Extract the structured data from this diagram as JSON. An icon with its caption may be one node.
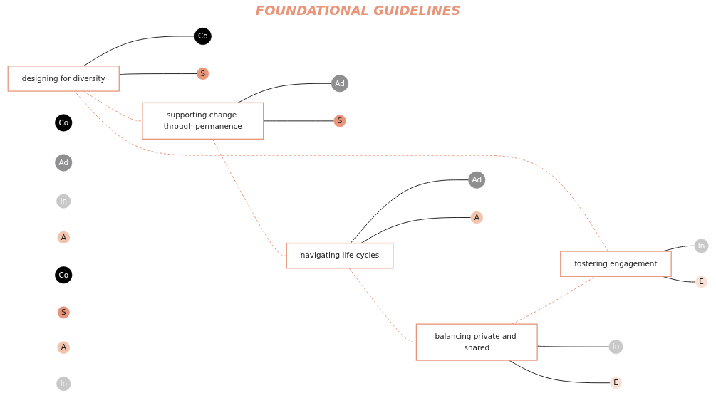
{
  "diagram": {
    "nodes": [
      {
        "text": [
          "designing for diversity"
        ]
      },
      {
        "text": [
          "Co"
        ]
      },
      {
        "text": [
          "S"
        ]
      },
      {
        "text": [
          "fostering engagement"
        ]
      },
      {
        "text": [
          "Co"
        ]
      },
      {
        "text": [
          "Ad"
        ]
      },
      {
        "text": [
          "In"
        ]
      },
      {
        "text": [
          "E"
        ]
      },
      {
        "text": [
          "supporting change through permanence"
        ]
      },
      {
        "text": [
          "Ad"
        ]
      },
      {
        "text": [
          "In"
        ]
      },
      {
        "text": [
          "S"
        ]
      },
      {
        "text": [
          "A"
        ]
      },
      {
        "text": [
          "balancing private and shared"
        ]
      },
      {
        "text": [
          "Co"
        ]
      },
      {
        "text": [
          "In"
        ]
      },
      {
        "text": [
          "S"
        ]
      },
      {
        "text": [
          "A"
        ]
      },
      {
        "text": [
          "E"
        ]
      },
      {
        "text": [
          "navigating life cycles"
        ]
      },
      {
        "text": [
          "Ad"
        ]
      },
      {
        "text": [
          "In"
        ]
      },
      {
        "text": [
          "A"
        ]
      }
    ],
    "edges": [
      {
        "from": 3,
        "to": 0,
        "arrow": "none",
        "style": "dashed",
        "color": "#e8957a"
      },
      {
        "from": 0,
        "to": 8,
        "arrow": "none",
        "style": "dashed",
        "color": "#e8957a"
      },
      {
        "from": 8,
        "to": 19,
        "arrow": "none",
        "style": "dashed",
        "color": "#e8957a"
      },
      {
        "from": 19,
        "to": 13,
        "arrow": "none",
        "style": "dashed",
        "color": "#e8957a"
      },
      {
        "from": 13,
        "to": 3,
        "arrow": "none",
        "style": "dashed",
        "color": "#e8957a"
      },
      {
        "from": 0,
        "to": 1,
        "arrow": "none"
      },
      {
        "from": 0,
        "to": 2,
        "arrow": "none"
      },
      {
        "from": 3,
        "to": 6,
        "arrow": "none"
      },
      {
        "from": 3,
        "to": 7,
        "arrow": "none"
      },
      {
        "from": 8,
        "to": 9,
        "arrow": "none"
      },
      {
        "from": 8,
        "to": 11,
        "arrow": "none"
      },
      {
        "from": 13,
        "to": 15,
        "arrow": "none"
      },
      {
        "from": 13,
        "to": 18,
        "arrow": "none"
      },
      {
        "from": 19,
        "to": 20,
        "arrow": "none"
      },
      {
        "from": 19,
        "to": 22,
        "arrow": "none"
      }
    ],
    "labels": [
      "FOUNDATIONAL GUIDELINES"
    ]
  }
}
